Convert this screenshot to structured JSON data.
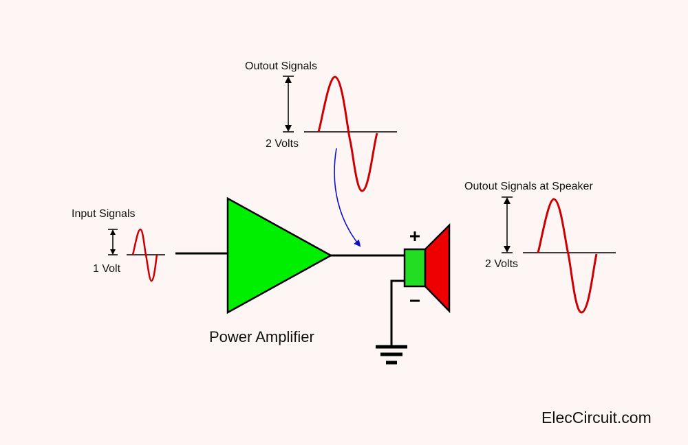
{
  "labels": {
    "top_title": "Outout Signals",
    "top_volts": "2 Volts",
    "input_title": "Input Signals",
    "input_volts": "1 Volt",
    "speaker_title": "Outout Signals at Speaker",
    "speaker_volts": "2 Volts",
    "amplifier": "Power Amplifier",
    "plus": "+",
    "minus": "−",
    "brand": "ElecCircuit.com"
  },
  "colors": {
    "background": "#fdf6f4",
    "amplifier_fill": "#00ee00",
    "speaker_magnet": "#22dd22",
    "speaker_cone": "#ee0000",
    "signal": "#cc0000",
    "arrow": "#1010cc",
    "wire": "#000000"
  },
  "icons": {
    "amplifier": "triangle-amplifier-icon",
    "speaker": "speaker-icon",
    "ground": "ground-symbol-icon"
  }
}
